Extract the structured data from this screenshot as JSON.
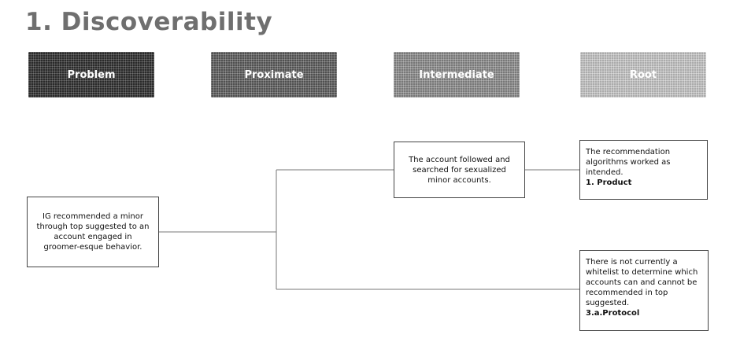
{
  "title": "1. Discoverability",
  "headers": {
    "problem": "Problem",
    "proximate": "Proximate",
    "intermediate": "Intermediate",
    "root": "Root"
  },
  "nodes": {
    "problem": {
      "text": "IG recommended a minor through top suggested to an account engaged in groomer-esque behavior."
    },
    "intermediate": {
      "text": "The account followed and searched for sexualized minor accounts."
    },
    "root_product": {
      "text": "The recommendation algorithms worked as intended.",
      "tag": "1. Product"
    },
    "root_protocol": {
      "text": "There is not currently a whitelist to determine which accounts can and cannot be recommended in top suggested.",
      "tag": "3.a.Protocol"
    }
  }
}
